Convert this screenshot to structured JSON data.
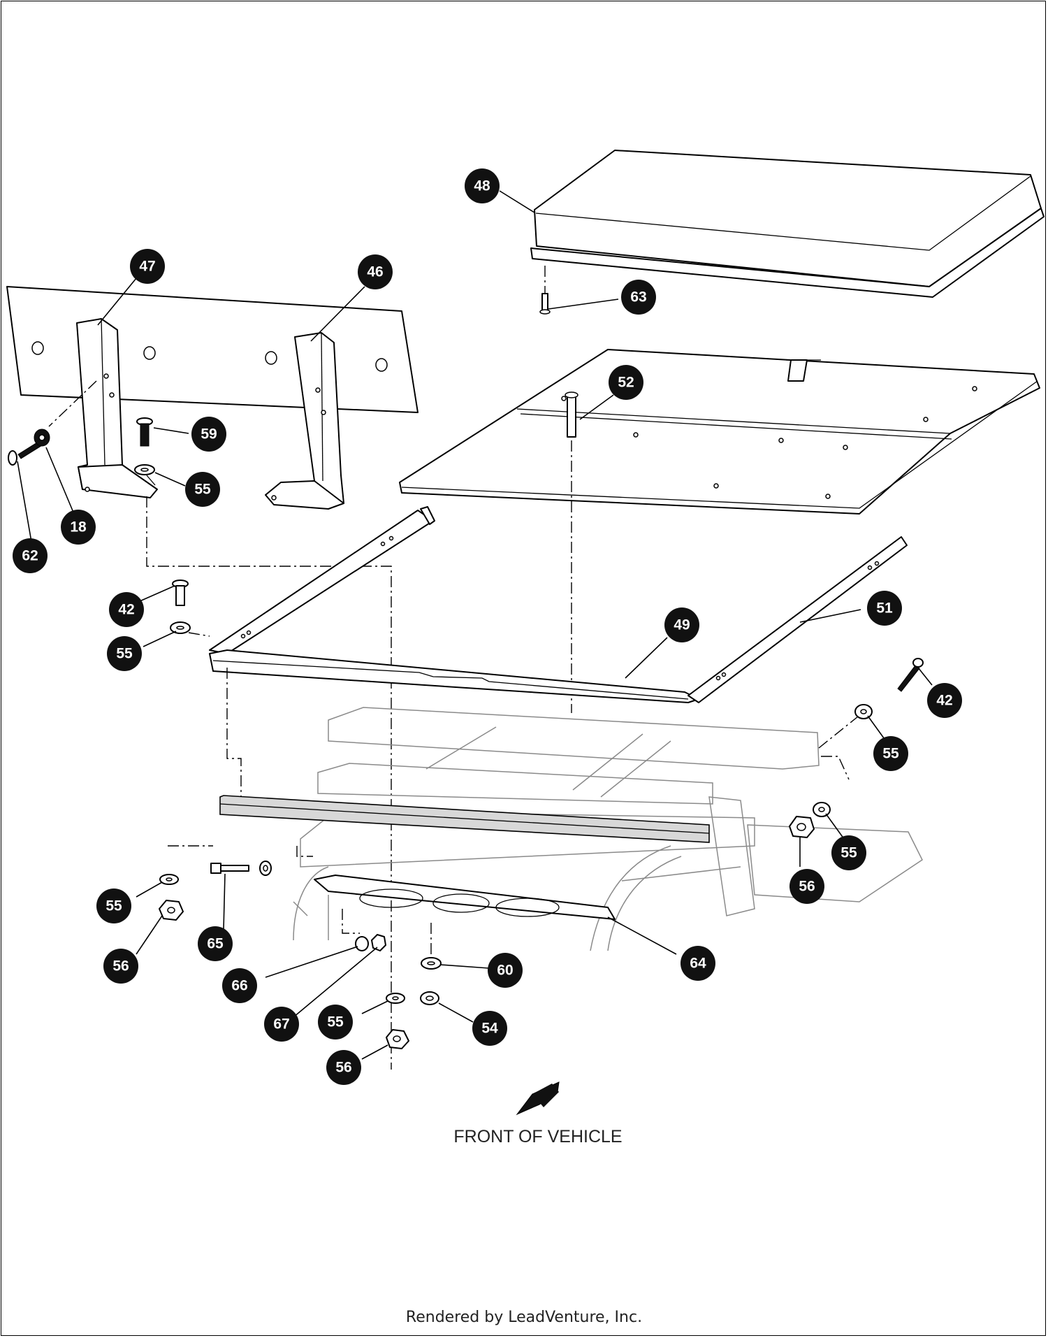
{
  "diagram": {
    "front_label": "FRONT OF VEHICLE",
    "footer": "Rendered by LeadVenture, Inc.",
    "callouts": [
      {
        "id": "c48",
        "label": "48"
      },
      {
        "id": "c47",
        "label": "47"
      },
      {
        "id": "c46",
        "label": "46"
      },
      {
        "id": "c63",
        "label": "63"
      },
      {
        "id": "c52",
        "label": "52"
      },
      {
        "id": "c59",
        "label": "59"
      },
      {
        "id": "c55a",
        "label": "55"
      },
      {
        "id": "c18",
        "label": "18"
      },
      {
        "id": "c62",
        "label": "62"
      },
      {
        "id": "c42a",
        "label": "42"
      },
      {
        "id": "c55b",
        "label": "55"
      },
      {
        "id": "c49",
        "label": "49"
      },
      {
        "id": "c51",
        "label": "51"
      },
      {
        "id": "c42b",
        "label": "42"
      },
      {
        "id": "c55c",
        "label": "55"
      },
      {
        "id": "c55d",
        "label": "55"
      },
      {
        "id": "c56a",
        "label": "56"
      },
      {
        "id": "c55e",
        "label": "55"
      },
      {
        "id": "c56b",
        "label": "56"
      },
      {
        "id": "c65",
        "label": "65"
      },
      {
        "id": "c64",
        "label": "64"
      },
      {
        "id": "c66",
        "label": "66"
      },
      {
        "id": "c60",
        "label": "60"
      },
      {
        "id": "c67",
        "label": "67"
      },
      {
        "id": "c55f",
        "label": "55"
      },
      {
        "id": "c54",
        "label": "54"
      },
      {
        "id": "c56c",
        "label": "56"
      }
    ]
  }
}
